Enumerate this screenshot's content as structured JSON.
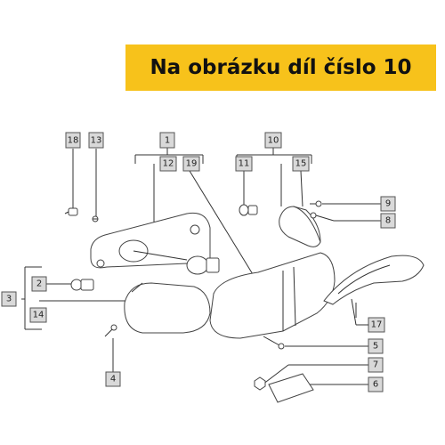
{
  "banner": {
    "text": "Na obrázku díl číslo 10",
    "color": "#f7c21b"
  },
  "callouts": [
    "18",
    "13",
    "1",
    "12",
    "19",
    "10",
    "11",
    "15",
    "9",
    "8",
    "2",
    "3",
    "14",
    "4",
    "17",
    "5",
    "7",
    "6"
  ]
}
